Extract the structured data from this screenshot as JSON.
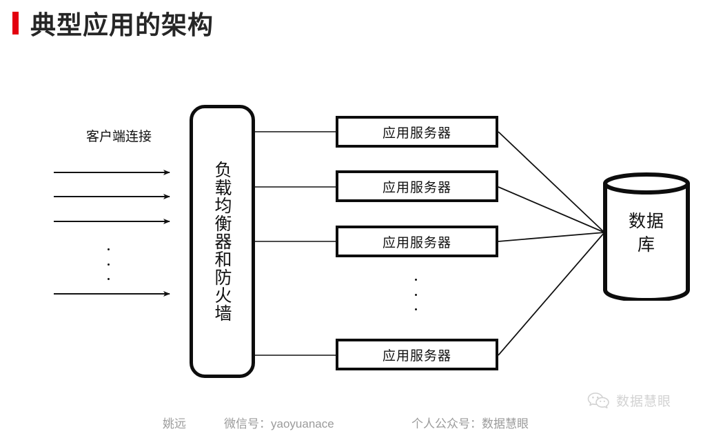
{
  "page": {
    "title": "典型应用的架构",
    "accent_color": "#e3000f",
    "background": "#ffffff"
  },
  "diagram": {
    "type": "architecture-flow",
    "client": {
      "label": "客户端连接",
      "arrow_count": 4,
      "ellipsis": "⋮"
    },
    "load_balancer": {
      "label": "负载均衡器和防火墙",
      "shape": "rounded-rectangle"
    },
    "app_servers": [
      {
        "label": "应用服务器"
      },
      {
        "label": "应用服务器"
      },
      {
        "label": "应用服务器"
      },
      {
        "label": "应用服务器"
      }
    ],
    "app_servers_ellipsis": "⋮",
    "database": {
      "label_line1": "数据",
      "label_line2": "库",
      "shape": "cylinder"
    }
  },
  "footer": {
    "author": "姚远",
    "wechat": "微信号：yaoyuanace",
    "public_account": "个人公众号：数据慧眼"
  },
  "badge": {
    "icon": "wechat-icon",
    "text": "数据慧眼"
  }
}
